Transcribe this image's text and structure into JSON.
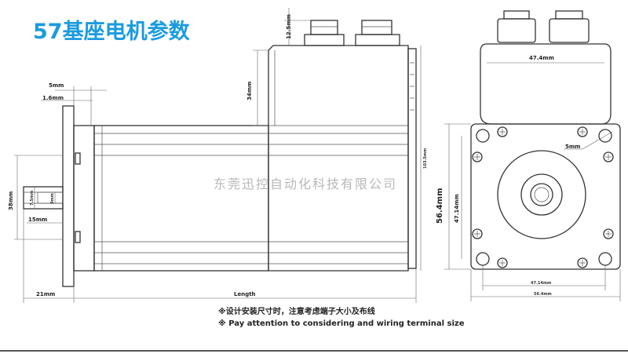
{
  "title": "57基座电机参数",
  "watermark": "东莞迅控自动化科技有限公司",
  "notes": {
    "line1": "※设计安装尺寸时，注意考虑端子大小及布线",
    "line2": "※ Pay attention to considering and wiring terminal size"
  },
  "dimensions": {
    "d_5mm": "5mm",
    "d_1_6mm": "1.6mm",
    "d_12_5mm": "12.5mm",
    "d_34mm": "34mm",
    "d_38mm": "38mm",
    "d_7_5mm": "7.5mm",
    "d_8mm": "8mm",
    "d_15mm": "15mm",
    "d_21mm": "21mm",
    "d_length": "Length",
    "d_103_5mm": "103.5mm",
    "d_47_4mm": "47.4mm",
    "d_5mm_hole": "5mm",
    "d_56_4mm_v": "56.4mm",
    "d_47_14mm_v": "47.14mm",
    "d_47_14mm_h": "47.14mm",
    "d_56_4mm_h": "56.4mm"
  }
}
